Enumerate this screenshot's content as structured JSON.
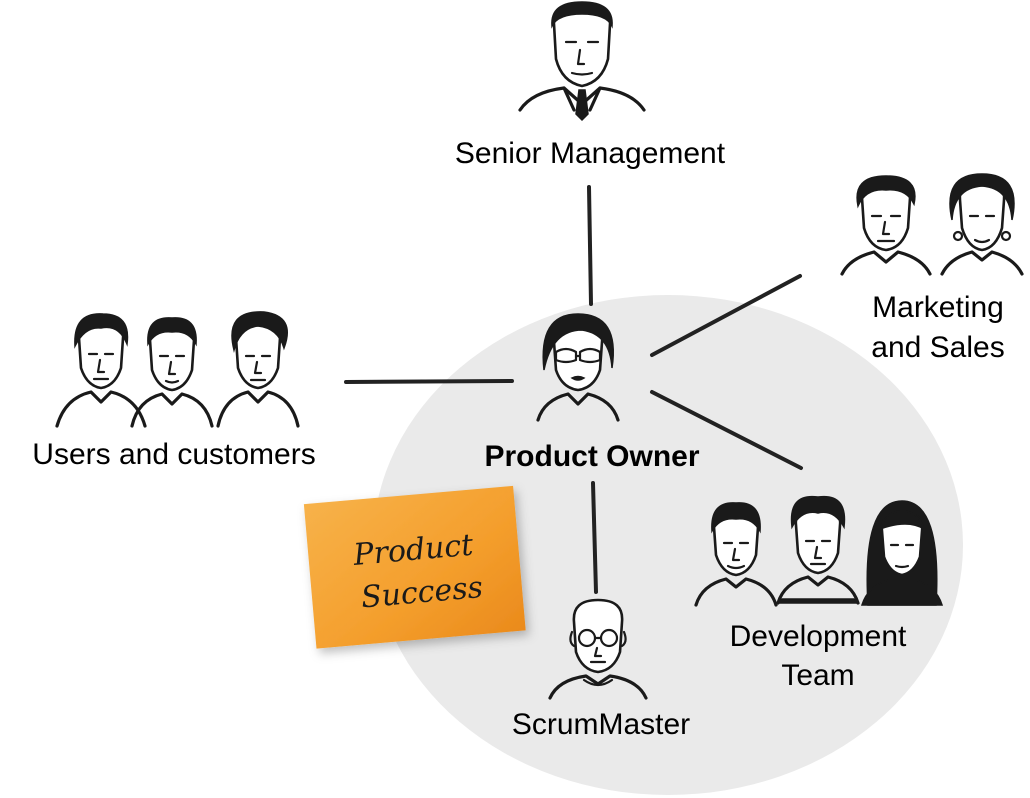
{
  "diagram": {
    "center_role": "Product Owner",
    "stakeholders": {
      "senior_management": "Senior Management",
      "marketing_sales_line1": "Marketing",
      "marketing_sales_line2": "and Sales",
      "users_customers": "Users and customers",
      "development_team_line1": "Development",
      "development_team_line2": "Team",
      "scrum_master": "ScrumMaster"
    },
    "sticky_note": {
      "line1": "Product",
      "line2": "Success",
      "color": "#f5a434"
    },
    "colors": {
      "circle_fill": "#eaeaea",
      "connector": "#222222"
    }
  }
}
